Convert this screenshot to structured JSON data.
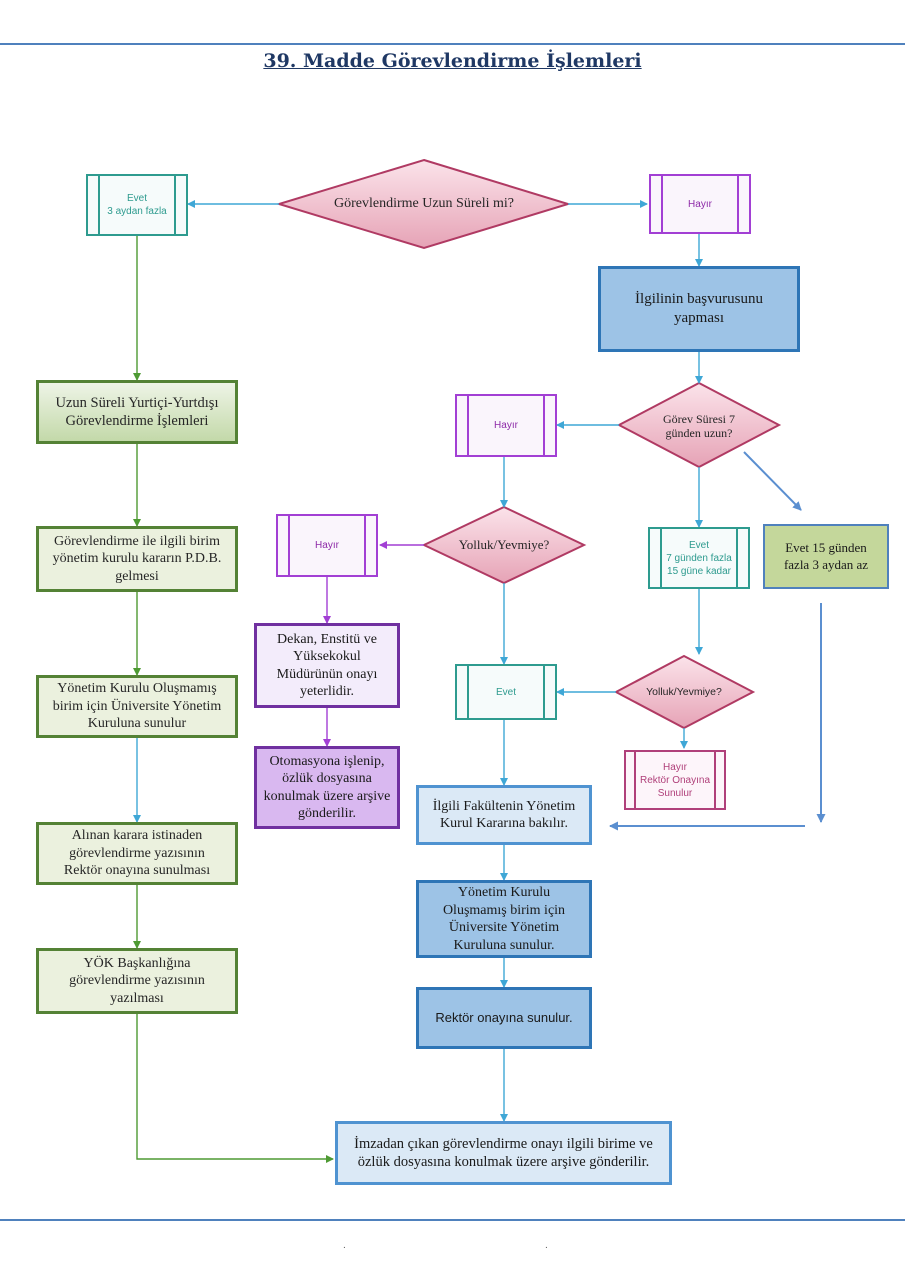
{
  "title": "39. Madde Görevlendirme İşlemleri",
  "decisions": {
    "long_term": "Görevlendirme Uzun Süreli mi?",
    "duration7": "Görev Süresi 7 günden uzun?",
    "yolluk1": "Yolluk/Yevmiye?",
    "yolluk2": "Yolluk/Yevmiye?"
  },
  "tags": {
    "evet_3ay": [
      "Evet",
      "3 aydan fazla"
    ],
    "hayir_top": "Hayır",
    "hayir_mid": "Hayır",
    "hayir_left": "Hayır",
    "evet_7_15": [
      "Evet",
      "7 günden fazla",
      "15 güne kadar"
    ],
    "evet_mid": "Evet",
    "hayir_rektor": [
      "Hayır",
      "Rektör Onayına",
      "Sunulur"
    ]
  },
  "boxes": {
    "ilgili_basvuru": "İlgilinin başvurusunu yapması",
    "uzun_sureli": "Uzun Süreli Yurtiçi-Yurtdışı Görevlendirme İşlemleri",
    "kurul_karari": "Görevlendirme ile ilgili birim yönetim kurulu kararın P.D.B. gelmesi",
    "yonetim_olusmamis_left": "Yönetim Kurulu Oluşmamış birim için Üniversite Yönetim Kuruluna sunulur",
    "karar_istinaden": "Alınan karara istinaden görevlendirme yazısının Rektör onayına sunulması",
    "yok_baskanlik": "YÖK Başkanlığına görevlendirme yazısının yazılması",
    "dekan_onayi": "Dekan, Enstitü ve Yüksekokul Müdürünün onayı yeterlidir.",
    "otomasyon": "Otomasyona işlenip, özlük dosyasına konulmak üzere arşive gönderilir.",
    "evet_15": "Evet 15 günden fazla 3 aydan az",
    "fakulte_kurul": "İlgili Fakültenin Yönetim Kurul Kararına bakılır.",
    "yonetim_olusmamis_right": "Yönetim Kurulu Oluşmamış birim için Üniversite Yönetim Kuruluna sunulur.",
    "rektor_onay": "Rektör onayına sunulur.",
    "imzadan": "İmzadan çıkan görevlendirme onayı ilgili birime ve özlük dosyasına konulmak üzere arşive gönderilir."
  },
  "footer_dots": [
    ".",
    "."
  ]
}
